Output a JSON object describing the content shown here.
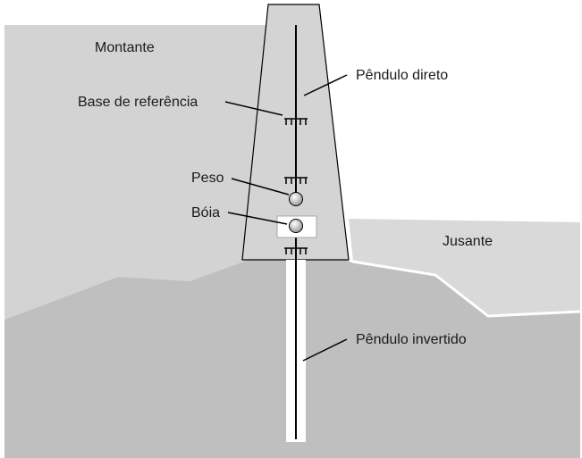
{
  "labels": {
    "montante": "Montante",
    "jusante": "Jusante",
    "pendulo_direto": "Pêndulo direto",
    "base_referencia": "Base de referência",
    "peso": "Peso",
    "boia": "Bóia",
    "pendulo_invertido": "Pêndulo invertido"
  },
  "colors": {
    "upstream_water": "#d3d3d3",
    "downstream_water": "#d9d9d9",
    "foundation": "#bfbfbf",
    "dam_body": "#d4d4d4",
    "outline": "#000000",
    "borehole": "#ffffff",
    "sphere": "#c8c8c8"
  }
}
